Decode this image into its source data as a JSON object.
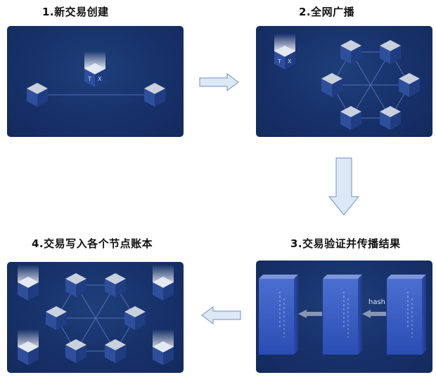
{
  "steps": [
    {
      "title": "1.新交易创建"
    },
    {
      "title": "2.全网广播"
    },
    {
      "title": "3.交易验证并传播结果"
    },
    {
      "title": "4.交易写入各个节点账本"
    }
  ],
  "tx_letters": [
    "T",
    "X"
  ],
  "hash_label": "hash",
  "colors": {
    "panel_bg": "#17316a",
    "cube_top": "#c9d1dd",
    "cube_left": "#2e4f9c",
    "cube_right": "#203d82",
    "arrow_fill": "#dde8f6",
    "arrow_stroke": "#6f90c0"
  }
}
